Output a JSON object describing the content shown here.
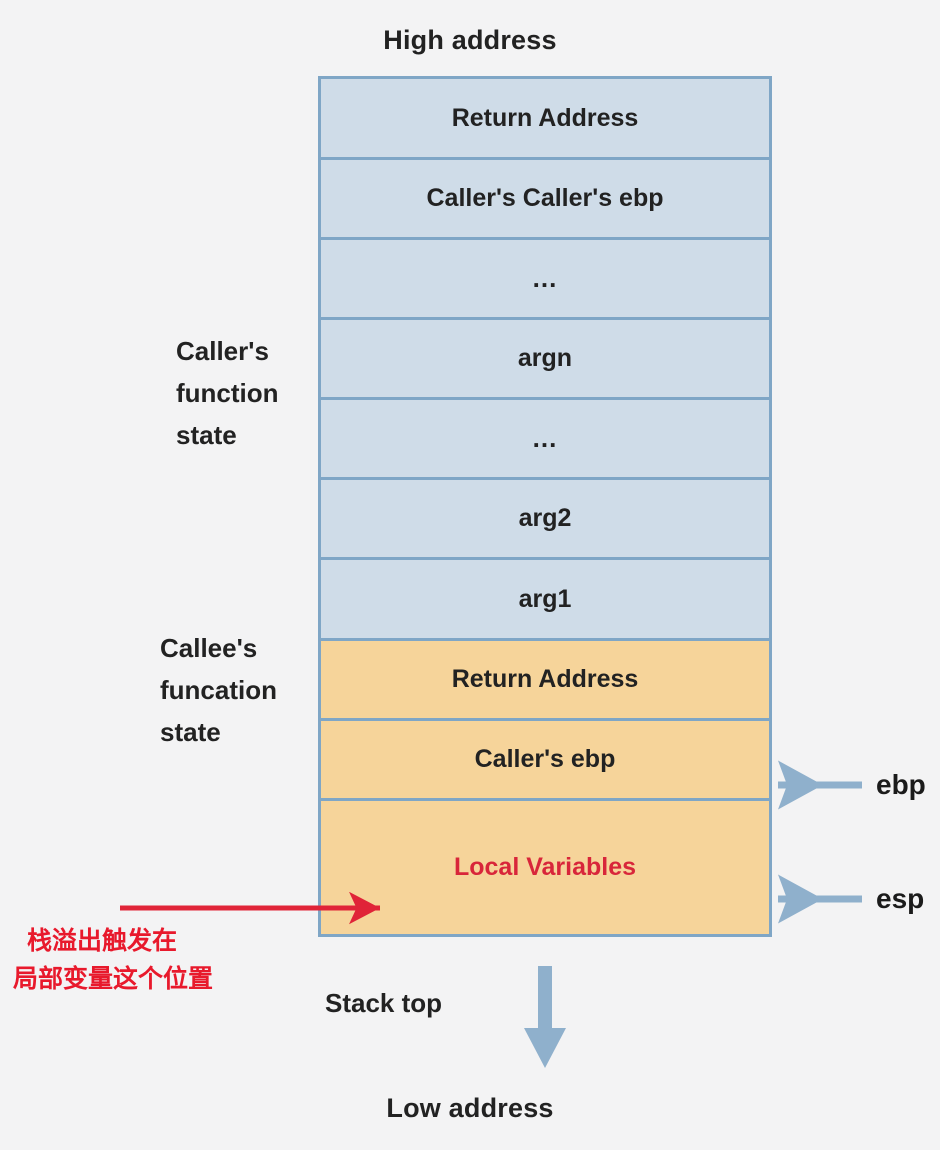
{
  "diagram": {
    "title_top": "High address",
    "title_bottom": "Low address",
    "stack_top_label": "Stack top",
    "colors": {
      "background": "#f3f3f4",
      "blue_fill": "#cfdce8",
      "orange_fill": "#f6d49a",
      "box_border": "#7fa6c6",
      "arrow_blue": "#8fb0cc",
      "accent_red": "#d8263a",
      "note_red": "#e8192c",
      "text": "#222222"
    },
    "stack_cells": [
      {
        "label": "Return Address",
        "fill": "blue",
        "height": 84,
        "highlight": false,
        "dots": false
      },
      {
        "label": "Caller's Caller's ebp",
        "fill": "blue",
        "height": 83,
        "highlight": false,
        "dots": false
      },
      {
        "label": "...",
        "fill": "blue",
        "height": 83,
        "highlight": false,
        "dots": true
      },
      {
        "label": "argn",
        "fill": "blue",
        "height": 83,
        "highlight": false,
        "dots": false
      },
      {
        "label": "...",
        "fill": "blue",
        "height": 83,
        "highlight": false,
        "dots": true
      },
      {
        "label": "arg2",
        "fill": "blue",
        "height": 83,
        "highlight": false,
        "dots": false
      },
      {
        "label": "arg1",
        "fill": "blue",
        "height": 84,
        "highlight": false,
        "dots": false
      },
      {
        "label": "Return Address",
        "fill": "orange",
        "height": 83,
        "highlight": false,
        "dots": false
      },
      {
        "label": "Caller's ebp",
        "fill": "orange",
        "height": 83,
        "highlight": false,
        "dots": false
      },
      {
        "label": "Local Variables",
        "fill": "orange",
        "height": 139,
        "highlight": true,
        "dots": false
      }
    ],
    "group_labels": [
      {
        "name": "caller-state",
        "lines": [
          "Caller's",
          "function",
          "state"
        ]
      },
      {
        "name": "callee-state",
        "lines": [
          "Callee's",
          "funcation",
          "state"
        ]
      }
    ],
    "registers": [
      {
        "name": "ebp",
        "label": "ebp",
        "points_to": "Caller's ebp"
      },
      {
        "name": "esp",
        "label": "esp",
        "points_to": "Local Variables"
      }
    ],
    "annotation": {
      "line1": "栈溢出触发在",
      "line2": "局部变量这个位置",
      "points_to": "Local Variables"
    }
  }
}
